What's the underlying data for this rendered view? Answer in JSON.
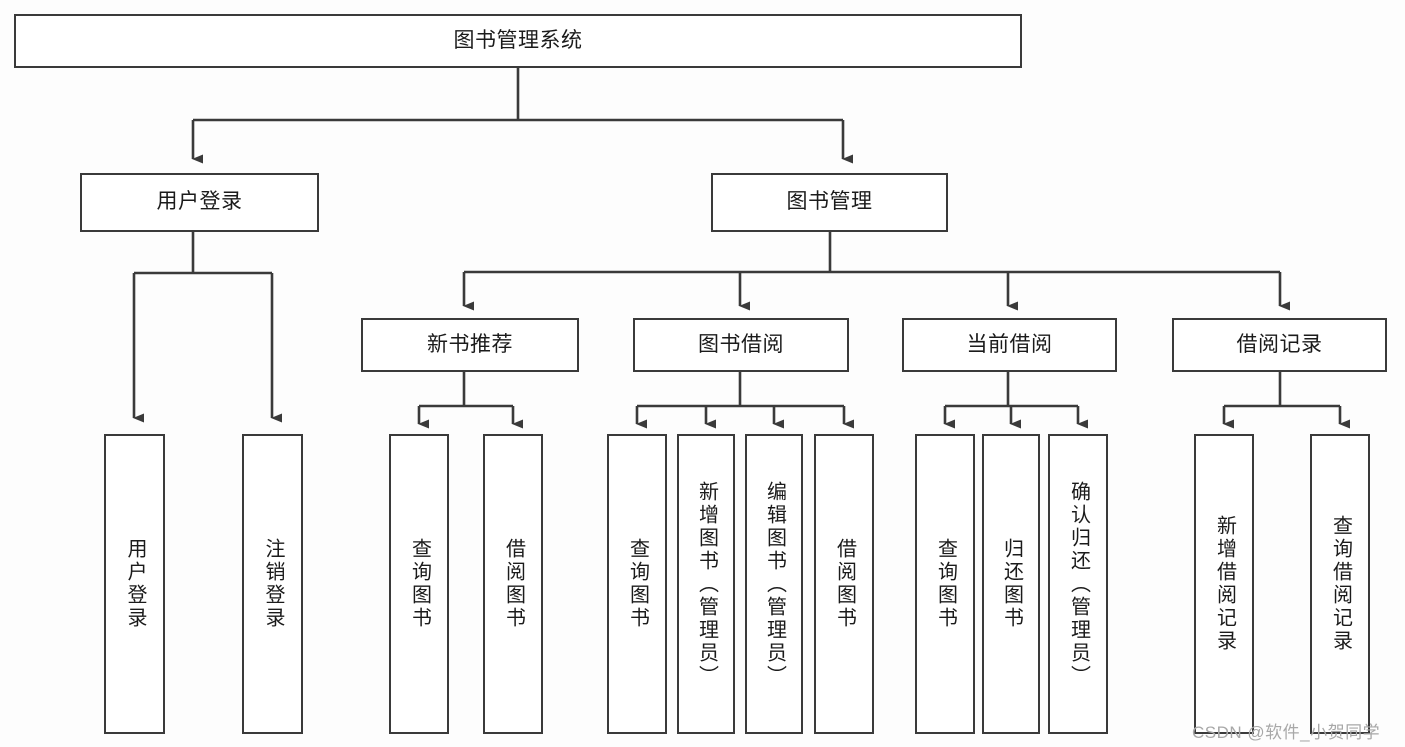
{
  "diagram": {
    "title": "图书管理系统",
    "type": "tree",
    "watermark": "CSDN @软件_小贺同学",
    "colors": {
      "background": "#fdfdfd",
      "box_fill": "#ffffff",
      "box_stroke": "#3a3a3a",
      "connector": "#3a3a3a",
      "text": "#1b1b1b",
      "watermark": "#a8a8a8"
    },
    "nodes": {
      "root": {
        "label": "图书管理系统"
      },
      "level2": [
        {
          "id": "user-login",
          "label": "用户登录"
        },
        {
          "id": "book-manage",
          "label": "图书管理"
        }
      ],
      "level3": [
        {
          "id": "new-book-recommend",
          "label": "新书推荐"
        },
        {
          "id": "book-borrow",
          "label": "图书借阅"
        },
        {
          "id": "current-borrow",
          "label": "当前借阅"
        },
        {
          "id": "borrow-record",
          "label": "借阅记录"
        }
      ],
      "leaves": [
        {
          "id": "leaf-user-login",
          "label": "用户登录",
          "parent": "user-login"
        },
        {
          "id": "leaf-logout",
          "label": "注销登录",
          "parent": "user-login"
        },
        {
          "id": "leaf-query-book-1",
          "label": "查询图书",
          "parent": "new-book-recommend"
        },
        {
          "id": "leaf-borrow-book-1",
          "label": "借阅图书",
          "parent": "new-book-recommend"
        },
        {
          "id": "leaf-query-book-2",
          "label": "查询图书",
          "parent": "book-borrow"
        },
        {
          "id": "leaf-add-book",
          "label": "新增图书（管理员）",
          "parent": "book-borrow"
        },
        {
          "id": "leaf-edit-book",
          "label": "编辑图书（管理员）",
          "parent": "book-borrow"
        },
        {
          "id": "leaf-borrow-book-2",
          "label": "借阅图书",
          "parent": "book-borrow"
        },
        {
          "id": "leaf-query-book-3",
          "label": "查询图书",
          "parent": "current-borrow"
        },
        {
          "id": "leaf-return-book",
          "label": "归还图书",
          "parent": "current-borrow"
        },
        {
          "id": "leaf-confirm-return",
          "label": "确认归还（管理员）",
          "parent": "current-borrow"
        },
        {
          "id": "leaf-add-record",
          "label": "新增借阅记录",
          "parent": "borrow-record"
        },
        {
          "id": "leaf-query-record",
          "label": "查询借阅记录",
          "parent": "borrow-record"
        }
      ]
    }
  }
}
